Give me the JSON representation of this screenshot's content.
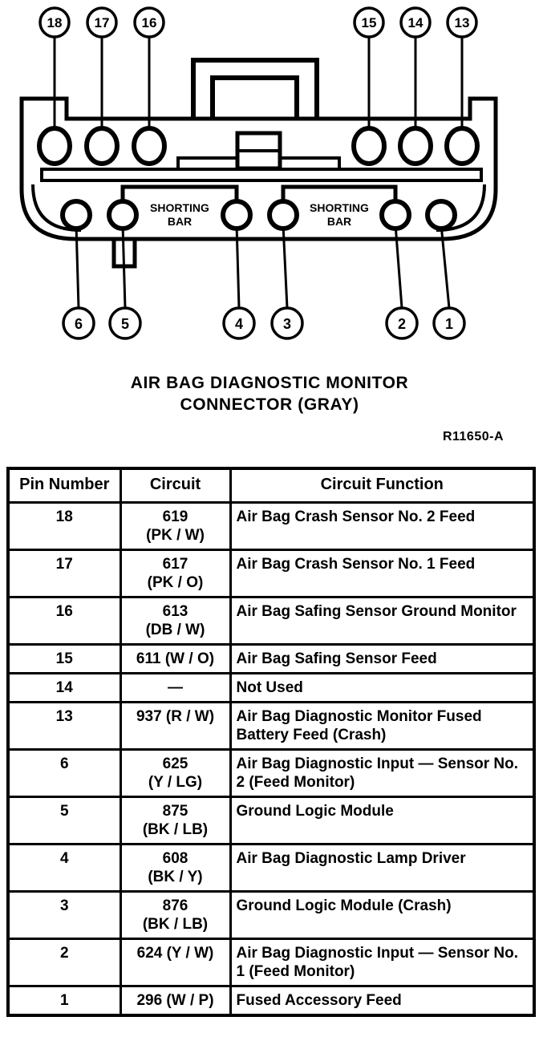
{
  "diagram": {
    "top_callouts": [
      "18",
      "17",
      "16",
      "15",
      "14",
      "13"
    ],
    "bottom_callouts": [
      "6",
      "5",
      "4",
      "3",
      "2",
      "1"
    ],
    "shorting_bar": [
      "SHORTING",
      "BAR"
    ],
    "title_line1": "AIR BAG DIAGNOSTIC MONITOR",
    "title_line2": "CONNECTOR (GRAY)",
    "reference": "R11650-A",
    "ink_color": "#000000",
    "paper_color": "#ffffff"
  },
  "table": {
    "headers": [
      "Pin Number",
      "Circuit",
      "Circuit Function"
    ],
    "rows": [
      {
        "pin": "18",
        "circuit": "619\n(PK / W)",
        "function": "Air Bag Crash Sensor No. 2 Feed"
      },
      {
        "pin": "17",
        "circuit": "617\n(PK / O)",
        "function": "Air Bag Crash Sensor No. 1 Feed"
      },
      {
        "pin": "16",
        "circuit": "613\n(DB / W)",
        "function": "Air Bag Safing Sensor Ground Monitor"
      },
      {
        "pin": "15",
        "circuit": "611 (W / O)",
        "function": "Air Bag Safing Sensor Feed"
      },
      {
        "pin": "14",
        "circuit": "—",
        "function": "Not Used"
      },
      {
        "pin": "13",
        "circuit": "937 (R / W)",
        "function": "Air Bag Diagnostic Monitor Fused Battery Feed (Crash)"
      },
      {
        "pin": "6",
        "circuit": "625\n(Y / LG)",
        "function": "Air Bag Diagnostic Input — Sensor No. 2 (Feed Monitor)"
      },
      {
        "pin": "5",
        "circuit": "875\n(BK / LB)",
        "function": "Ground Logic Module"
      },
      {
        "pin": "4",
        "circuit": "608\n(BK / Y)",
        "function": "Air Bag Diagnostic Lamp Driver"
      },
      {
        "pin": "3",
        "circuit": "876\n(BK / LB)",
        "function": "Ground Logic Module (Crash)"
      },
      {
        "pin": "2",
        "circuit": "624 (Y / W)",
        "function": "Air Bag Diagnostic Input — Sensor No. 1 (Feed Monitor)"
      },
      {
        "pin": "1",
        "circuit": "296 (W / P)",
        "function": "Fused Accessory Feed"
      }
    ]
  }
}
